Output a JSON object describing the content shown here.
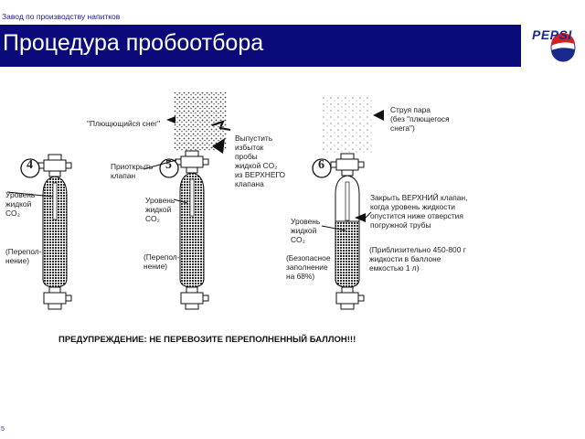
{
  "header": {
    "subtitle": "Завод по производству напитков",
    "title": "Процедура пробоотбора",
    "logo_text": "PEPSI"
  },
  "colors": {
    "title_bar": "#0a0a7a",
    "logo_blue": "#1a2a8c",
    "logo_red": "#d42020"
  },
  "diagram": {
    "steps": [
      {
        "number": "4",
        "labels": {
          "level": "Уровень\nжидкой\nCO₂",
          "note": "(Перепол-\nнение)"
        }
      },
      {
        "number": "5",
        "labels": {
          "snow": "\"Плющющийся снег\"",
          "valve": "Приоткрыть\nклапан",
          "release": "Выпустить\nизбыток\nпробы\nжидкой CO₂\nиз ВЕРХНЕГО\nклапана",
          "level": "Уровень\nжидкой\nCO₂",
          "note": "(Перепол-\nнение)"
        }
      },
      {
        "number": "6",
        "labels": {
          "steam": "Струя пара\n(без \"плющегося\nснега\")",
          "close": "Закрыть ВЕРХНИЙ клапан,\nкогда уровень жидкости\nопустится ниже отверстия\nпогружной трубы",
          "level": "Уровень\nжидкой\nCO₂",
          "note": "(Безопасное\nзаполнение\nна 68%)",
          "approx": "(Приблизительно 450-800 г\nжидкости в баллоне\nемкостью 1 л)"
        }
      }
    ],
    "warning": "ПРЕДУПРЕЖДЕНИЕ: НЕ ПЕРЕВОЗИТЕ ПЕРЕПОЛНЕННЫЙ БАЛЛОН!!!"
  },
  "footer": {
    "mark": "5"
  }
}
